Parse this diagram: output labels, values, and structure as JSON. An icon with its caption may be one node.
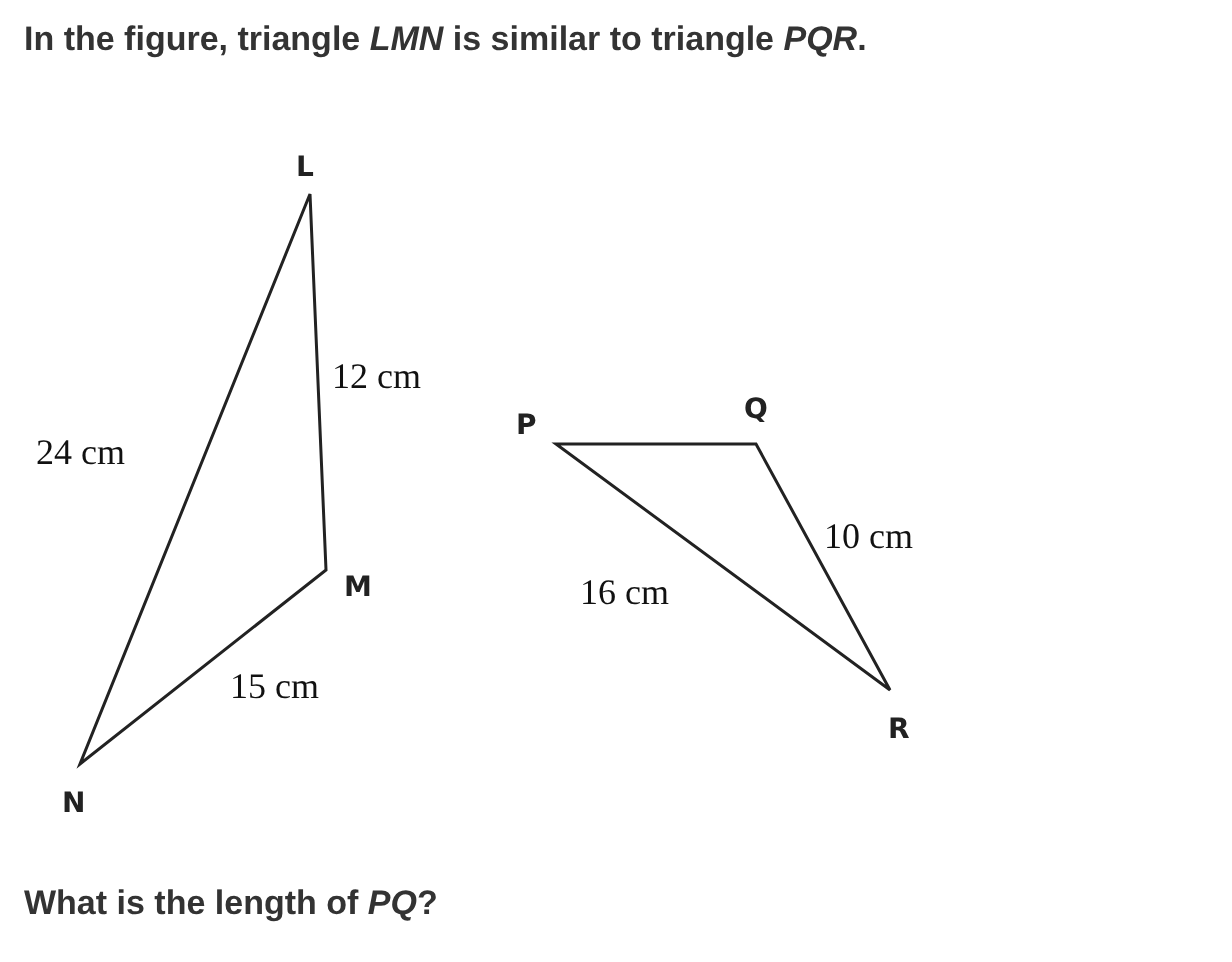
{
  "diagram": {
    "title": "In the figure, triangle *LMN* is similar to triangle *PQR*.",
    "caption": "What is the length of *PQ*?",
    "labels": [
      "L",
      "12 cm",
      "P",
      "Q",
      "24 cm",
      "10 cm",
      "M",
      "16 cm",
      "15 cm",
      "R",
      "N"
    ]
  }
}
